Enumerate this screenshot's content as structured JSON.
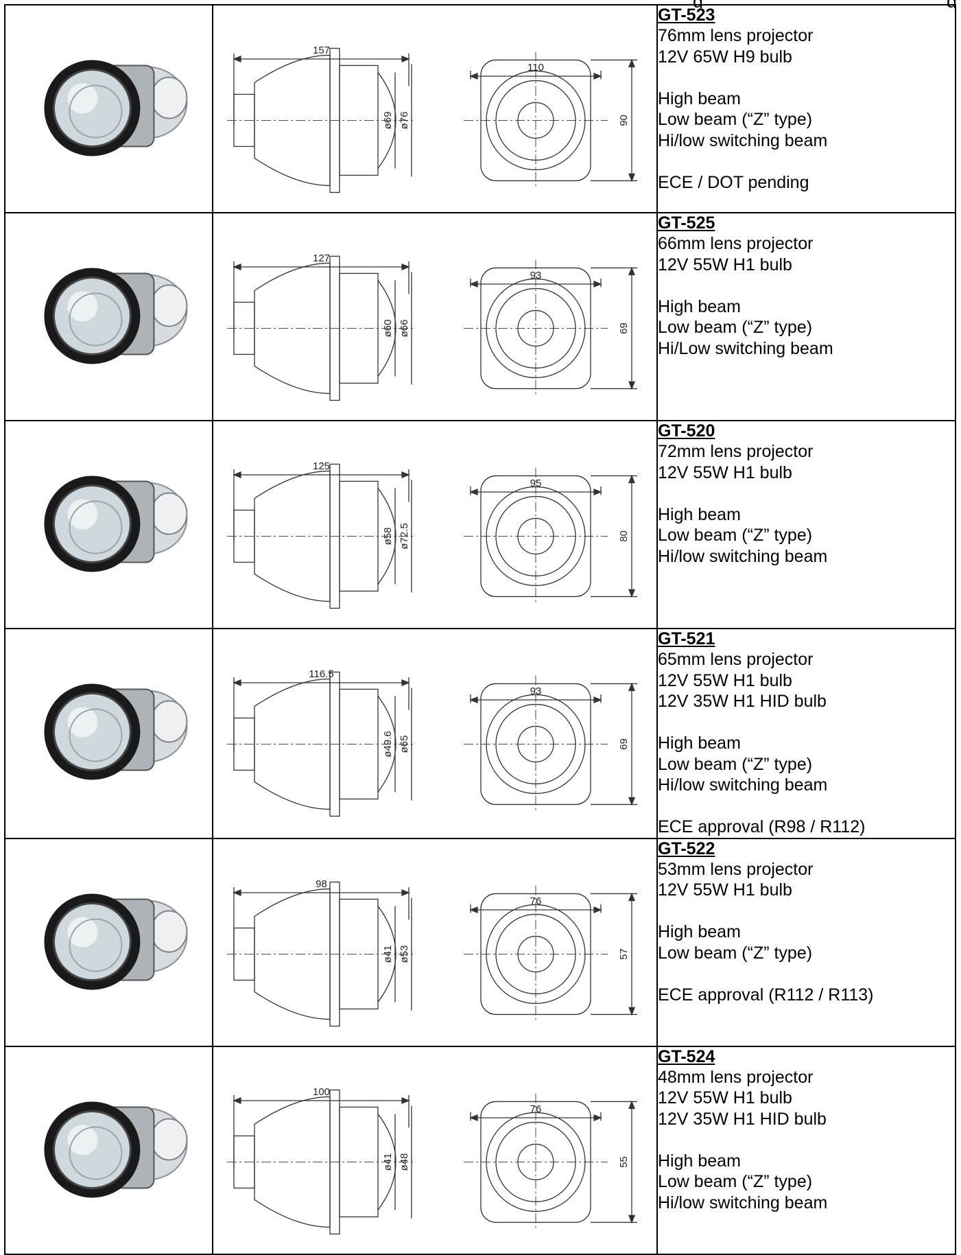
{
  "products": [
    {
      "model": "GT-523",
      "lines": [
        "76mm lens projector",
        "12V 65W H9 bulb",
        "",
        "High beam",
        "Low beam (“Z” type)",
        "Hi/low switching beam",
        "",
        "ECE / DOT pending"
      ],
      "dims": {
        "length": "157",
        "width": "110",
        "d_inner": "ø69",
        "d_outer": "ø76",
        "height": "90"
      }
    },
    {
      "model": "GT-525",
      "lines": [
        "66mm lens projector",
        "12V 55W H1 bulb",
        "",
        "High beam",
        "Low beam (“Z” type)",
        "Hi/Low switching beam"
      ],
      "dims": {
        "length": "127",
        "width": "93",
        "d_inner": "ø60",
        "d_outer": "ø66",
        "height": "69"
      }
    },
    {
      "model": "GT-520",
      "lines": [
        "72mm lens projector",
        "12V 55W H1 bulb",
        "",
        "High beam",
        "Low beam (“Z” type)",
        "Hi/low switching beam"
      ],
      "dims": {
        "length": "125",
        "width": "95",
        "d_inner": "ø58",
        "d_outer": "ø72.5",
        "height": "80"
      }
    },
    {
      "model": "GT-521",
      "lines": [
        "65mm lens projector",
        "12V 55W H1 bulb",
        "12V 35W H1 HID bulb",
        "",
        "High beam",
        "Low beam (“Z” type)",
        "Hi/low switching beam",
        "",
        "ECE approval (R98 / R112)"
      ],
      "dims": {
        "length": "116.5",
        "width": "93",
        "d_inner": "ø49.6",
        "d_outer": "ø65",
        "height": "69"
      }
    },
    {
      "model": "GT-522",
      "lines": [
        "53mm lens projector",
        "12V 55W H1 bulb",
        "",
        "High beam",
        "Low beam (“Z” type)",
        "",
        "ECE approval (R112 / R113)"
      ],
      "dims": {
        "length": "98",
        "width": "76",
        "d_inner": "ø41",
        "d_outer": "ø53",
        "height": "57"
      }
    },
    {
      "model": "GT-524",
      "lines": [
        "48mm lens projector",
        "12V 55W H1 bulb",
        "12V 35W H1 HID bulb",
        "",
        "High beam",
        "Low beam (“Z” type)",
        "Hi/low switching beam"
      ],
      "dims": {
        "length": "100",
        "width": "76",
        "d_inner": "ø41",
        "d_outer": "ø48",
        "height": "55"
      }
    }
  ]
}
